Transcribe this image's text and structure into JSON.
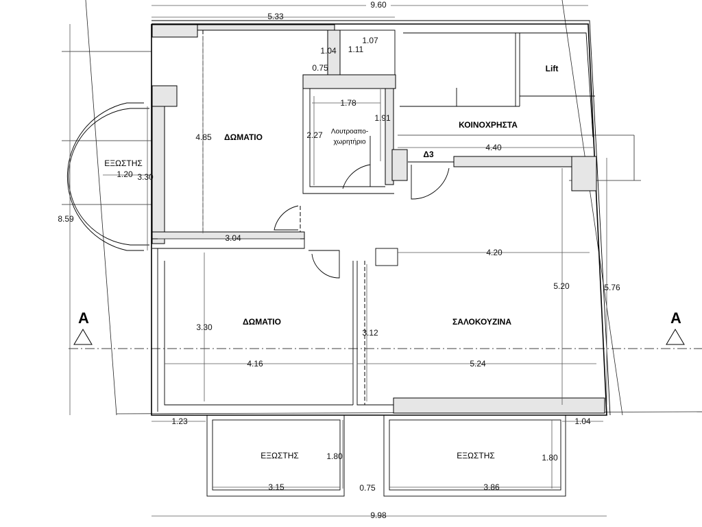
{
  "plan": {
    "rooms": {
      "bedroom_top": "ΔΩΜΑΤΙΟ",
      "bathroom_line1": "Λουτροαπο-",
      "bathroom_line2": "χωρητήριο",
      "common_area": "ΚΟΙΝΟΧΡΗΣΤΑ",
      "lift": "Lift",
      "d3": "Δ3",
      "bedroom_bottom": "ΔΩΜΑΤΙΟ",
      "living_kitchen": "ΣΑΛΟΚΟΥΖΙΝΑ",
      "balcony_left": "ΕΞΩΣΤΗΣ",
      "balcony_bottom_left": "ΕΞΩΣΤΗΣ",
      "balcony_bottom_right": "ΕΞΩΣΤΗΣ"
    },
    "section_marks": {
      "left": "A",
      "right": "A"
    },
    "dimensions": {
      "top_total": "9.60",
      "top_bedroom": "5.33",
      "shaft_width": "1.07",
      "shaft_a": "1.04",
      "shaft_b": "1.11",
      "shaft_c": "0.75",
      "bath_width": "1.78",
      "bath_side": "1.91",
      "bath_height": "2.27",
      "bedroom_top_height": "4.85",
      "balcony_left_depth": "1.20",
      "balcony_left_length": "3.30",
      "bedroom_top_width": "3.04",
      "common_width": "4.40",
      "living_top_width": "4.20",
      "living_height": "5.20",
      "right_total": "5.76",
      "left_total": "8.59",
      "bedroom_bottom_height": "3.30",
      "living_left_height": "3.12",
      "bedroom_bottom_width": "4.16",
      "living_width": "5.24",
      "bottom_left_offset": "1.23",
      "bottom_right_offset": "1.04",
      "balcony_bl_depth": "1.80",
      "balcony_br_depth": "1.80",
      "balcony_bl_width": "3.15",
      "balcony_gap": "0.75",
      "balcony_br_width": "3.86",
      "bottom_total": "9.98"
    }
  }
}
